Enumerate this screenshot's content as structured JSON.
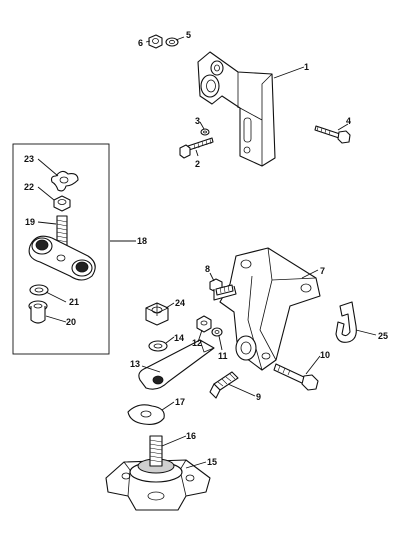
{
  "callouts": [
    {
      "id": "1",
      "text": "1"
    },
    {
      "id": "2",
      "text": "2"
    },
    {
      "id": "3",
      "text": "3"
    },
    {
      "id": "4",
      "text": "4"
    },
    {
      "id": "5",
      "text": "5"
    },
    {
      "id": "6",
      "text": "6"
    },
    {
      "id": "7",
      "text": "7"
    },
    {
      "id": "8",
      "text": "8"
    },
    {
      "id": "9",
      "text": "9"
    },
    {
      "id": "10",
      "text": "10"
    },
    {
      "id": "11",
      "text": "11"
    },
    {
      "id": "12",
      "text": "12"
    },
    {
      "id": "13",
      "text": "13"
    },
    {
      "id": "14",
      "text": "14"
    },
    {
      "id": "15",
      "text": "15"
    },
    {
      "id": "16",
      "text": "16"
    },
    {
      "id": "17",
      "text": "17"
    },
    {
      "id": "18",
      "text": "18"
    },
    {
      "id": "19",
      "text": "19"
    },
    {
      "id": "20",
      "text": "20"
    },
    {
      "id": "21",
      "text": "21"
    },
    {
      "id": "22",
      "text": "22"
    },
    {
      "id": "23",
      "text": "23"
    },
    {
      "id": "24",
      "text": "24"
    },
    {
      "id": "25",
      "text": "25"
    }
  ]
}
